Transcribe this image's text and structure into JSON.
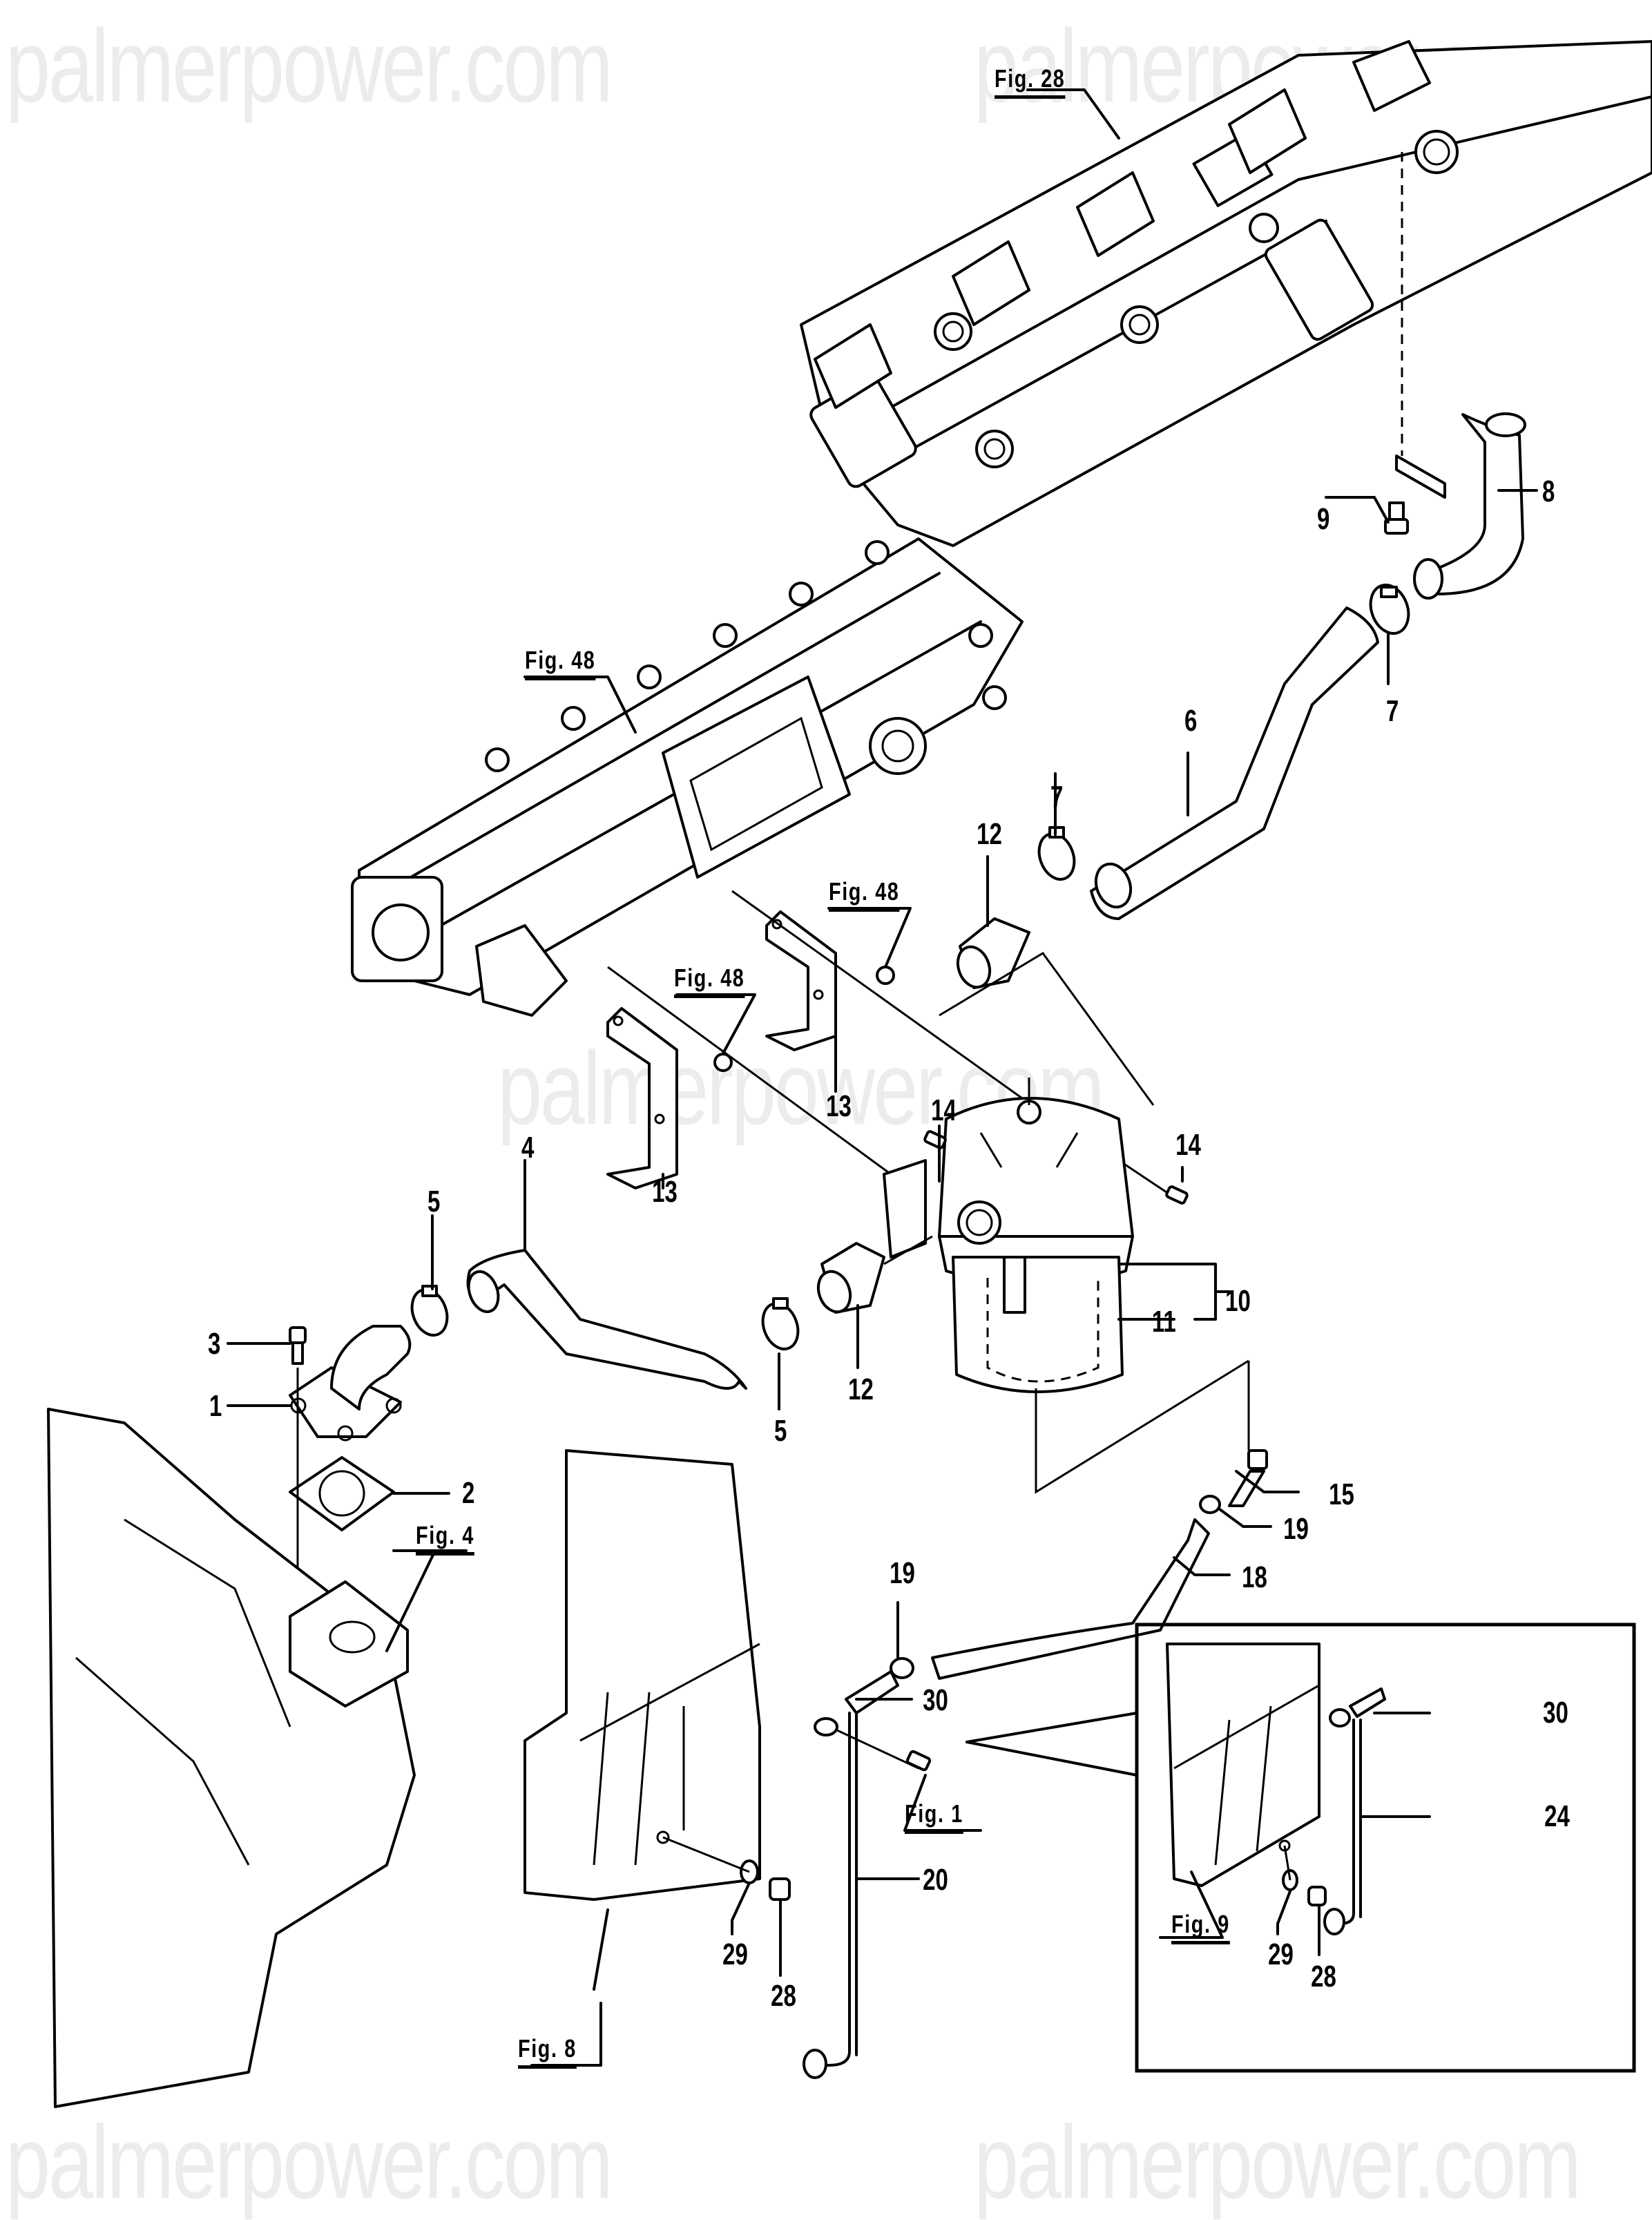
{
  "diagram": {
    "type": "exploded-parts-diagram",
    "subject": "Engine breather / oil separator assembly",
    "watermark": "palmerpower.com",
    "figure_references": [
      {
        "id": "fig28",
        "label": "Fig. 28"
      },
      {
        "id": "fig48-top",
        "label": "Fig. 48"
      },
      {
        "id": "fig48-bracket-a",
        "label": "Fig. 48"
      },
      {
        "id": "fig48-bracket-b",
        "label": "Fig. 48"
      },
      {
        "id": "fig4",
        "label": "Fig. 4"
      },
      {
        "id": "fig1",
        "label": "Fig. 1"
      },
      {
        "id": "fig8",
        "label": "Fig. 8"
      },
      {
        "id": "fig9",
        "label": "Fig. 9"
      }
    ],
    "callouts": [
      {
        "id": "c1",
        "label": "1",
        "part": "elbow-flange"
      },
      {
        "id": "c2",
        "label": "2",
        "part": "gasket"
      },
      {
        "id": "c3",
        "label": "3",
        "part": "bolt"
      },
      {
        "id": "c4",
        "label": "4",
        "part": "hose"
      },
      {
        "id": "c5a",
        "label": "5",
        "part": "hose-clamp"
      },
      {
        "id": "c5b",
        "label": "5",
        "part": "hose-clamp"
      },
      {
        "id": "c6",
        "label": "6",
        "part": "hose"
      },
      {
        "id": "c7a",
        "label": "7",
        "part": "hose-clamp"
      },
      {
        "id": "c7b",
        "label": "7",
        "part": "hose-clamp"
      },
      {
        "id": "c8",
        "label": "8",
        "part": "pipe-with-bracket"
      },
      {
        "id": "c9",
        "label": "9",
        "part": "bolt"
      },
      {
        "id": "c10",
        "label": "10",
        "part": "oil-separator-assembly"
      },
      {
        "id": "c11",
        "label": "11",
        "part": "element"
      },
      {
        "id": "c12a",
        "label": "12",
        "part": "fitting"
      },
      {
        "id": "c12b",
        "label": "12",
        "part": "fitting"
      },
      {
        "id": "c13a",
        "label": "13",
        "part": "bracket"
      },
      {
        "id": "c13b",
        "label": "13",
        "part": "bracket"
      },
      {
        "id": "c14a",
        "label": "14",
        "part": "bolt"
      },
      {
        "id": "c14b",
        "label": "14",
        "part": "bolt"
      },
      {
        "id": "c15",
        "label": "15",
        "part": "elbow-fitting"
      },
      {
        "id": "c18",
        "label": "18",
        "part": "drain-hose"
      },
      {
        "id": "c19a",
        "label": "19",
        "part": "clip"
      },
      {
        "id": "c19b",
        "label": "19",
        "part": "clip"
      },
      {
        "id": "c20",
        "label": "20",
        "part": "drain-pipe"
      },
      {
        "id": "c24",
        "label": "24",
        "part": "drain-pipe-alt"
      },
      {
        "id": "c28a",
        "label": "28",
        "part": "connector"
      },
      {
        "id": "c28b",
        "label": "28",
        "part": "connector"
      },
      {
        "id": "c29a",
        "label": "29",
        "part": "washer"
      },
      {
        "id": "c29b",
        "label": "29",
        "part": "washer"
      },
      {
        "id": "c30a",
        "label": "30",
        "part": "clamp"
      },
      {
        "id": "c30b",
        "label": "30",
        "part": "clamp"
      }
    ]
  }
}
